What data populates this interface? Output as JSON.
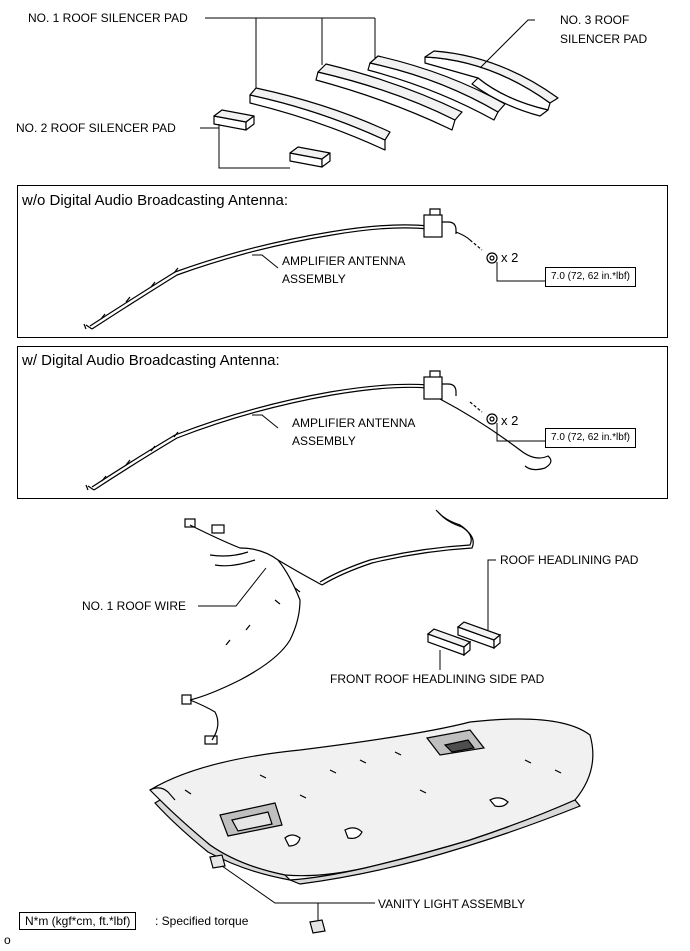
{
  "labels": {
    "no1_roof_silencer_pad": "NO. 1 ROOF SILENCER PAD",
    "no2_roof_silencer_pad": "NO. 2 ROOF SILENCER PAD",
    "no3_roof_silencer_pad_line1": "NO. 3 ROOF",
    "no3_roof_silencer_pad_line2": "SILENCER PAD",
    "amp_antenna_line1": "AMPLIFIER ANTENNA",
    "amp_antenna_line2": "ASSEMBLY",
    "no1_roof_wire": "NO. 1 ROOF WIRE",
    "roof_headlining_pad": "ROOF HEADLINING PAD",
    "front_roof_headlining_side_pad": "FRONT ROOF HEADLINING SIDE PAD",
    "vanity_light_assembly": "VANITY LIGHT ASSEMBLY"
  },
  "panels": {
    "without_dab": "w/o Digital Audio Broadcasting Antenna:",
    "with_dab": "w/ Digital Audio Broadcasting Antenna:"
  },
  "fastener": {
    "quantity": "x 2",
    "torque": "7.0 (72, 62 in.*lbf)"
  },
  "legend": {
    "units": "N*m (kgf*cm, ft.*lbf)",
    "description": ": Specified torque"
  },
  "footer_code": "o"
}
